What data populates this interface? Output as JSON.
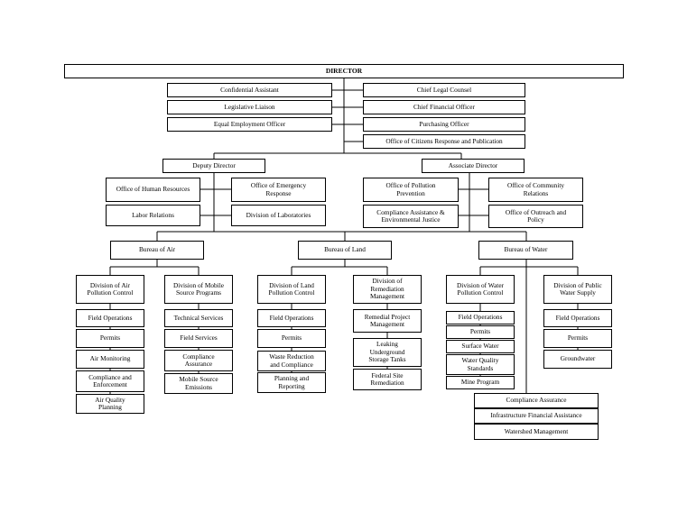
{
  "director": "DIRECTOR",
  "staff_left": [
    "Confidential Assistant",
    "Legislative Liaison",
    "Equal Employment Officer"
  ],
  "staff_right": [
    "Chief Legal Counsel",
    "Chief Financial Officer",
    "Purchasing Officer",
    "Office of Citizens Response and Publication"
  ],
  "deputy": {
    "title": "Deputy Director",
    "offices": [
      "Office of Human Resources",
      "Office of Emergency\nResponse",
      "Labor Relations",
      "Division of Laboratories"
    ]
  },
  "associate": {
    "title": "Associate Director",
    "offices": [
      "Office of Pollution\nPrevention",
      "Office of Community\nRelations",
      "Compliance Assistance &\nEnvironmental Justice",
      "Office of Outreach and\nPolicy"
    ]
  },
  "bureaus": [
    {
      "name": "Bureau of Air",
      "divisions": [
        {
          "name": "Division of Air\nPollution Control",
          "units": [
            "Field Operations",
            "Permits",
            "Air Monitoring",
            "Compliance and\nEnforcement",
            "Air Quality\nPlanning"
          ]
        },
        {
          "name": "Division of Mobile\nSource Programs",
          "units": [
            "Technical Services",
            "Field Services",
            "Compliance\nAssurance",
            "Mobile Source\nEmissions"
          ]
        }
      ]
    },
    {
      "name": "Bureau of Land",
      "divisions": [
        {
          "name": "Division of Land\nPollution Control",
          "units": [
            "Field Operations",
            "Permits",
            "Waste Reduction\nand Compliance",
            "Planning and\nReporting"
          ]
        },
        {
          "name": "Division of\nRemediation\nManagement",
          "units": [
            "Remedial Project\nManagement",
            "Leaking\nUnderground\nStorage Tanks",
            "Federal Site\nRemediation"
          ]
        }
      ]
    },
    {
      "name": "Bureau of Water",
      "divisions": [
        {
          "name": "Division of Water\nPollution Control",
          "units": [
            "Field Operations",
            "Permits",
            "Surface Water",
            "Water Quality\nStandards",
            "Mine Program"
          ]
        },
        {
          "name": "Division of Public\nWater Supply",
          "units": [
            "Field Operations",
            "Permits",
            "Groundwater"
          ]
        }
      ],
      "shared_units": [
        "Compliance Assurance",
        "Infrastructure Financial Assistance",
        "Watershed Management"
      ]
    }
  ]
}
